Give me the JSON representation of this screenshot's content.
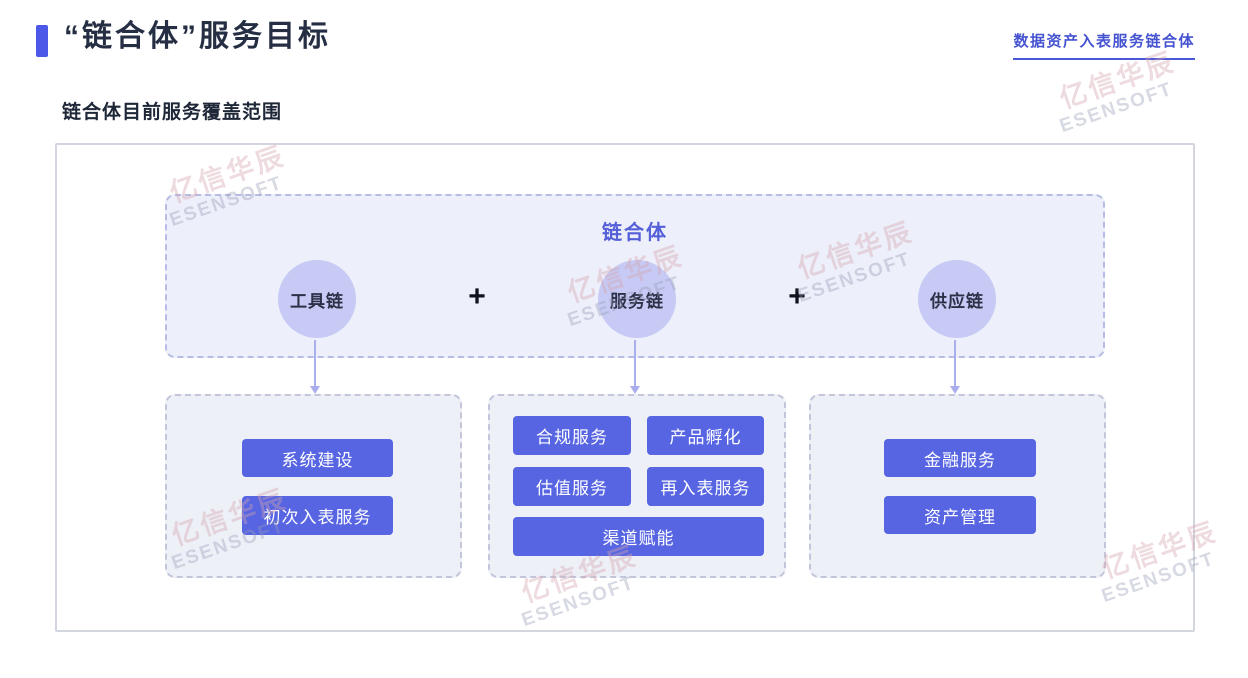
{
  "header": {
    "title": "“链合体”服务目标",
    "link": "数据资产入表服务链合体"
  },
  "section": {
    "subtitle": "链合体目前服务覆盖范围"
  },
  "diagram": {
    "top_box": {
      "title": "链合体",
      "plus": "+",
      "chains": [
        {
          "label": "工具链"
        },
        {
          "label": "服务链"
        },
        {
          "label": "供应链"
        }
      ]
    },
    "groups": [
      {
        "services": [
          "系统建设",
          "初次入表服务"
        ]
      },
      {
        "services": [
          "合规服务",
          "产品孵化",
          "估值服务",
          "再入表服务",
          "渠道赋能"
        ]
      },
      {
        "services": [
          "金融服务",
          "资产管理"
        ]
      }
    ]
  },
  "watermark": {
    "line1": "亿信华辰",
    "line2": "ESENSOFT"
  },
  "colors": {
    "accent_bar": "#4c59e8",
    "link_blue": "#4553d1",
    "title_dark": "#262e44",
    "button_blue": "#5765e2",
    "circle_purple": "#c6caf4",
    "top_box_bg": "#edeffa",
    "service_box_bg": "#eef0f8",
    "arrow_purple": "#a9afec"
  }
}
